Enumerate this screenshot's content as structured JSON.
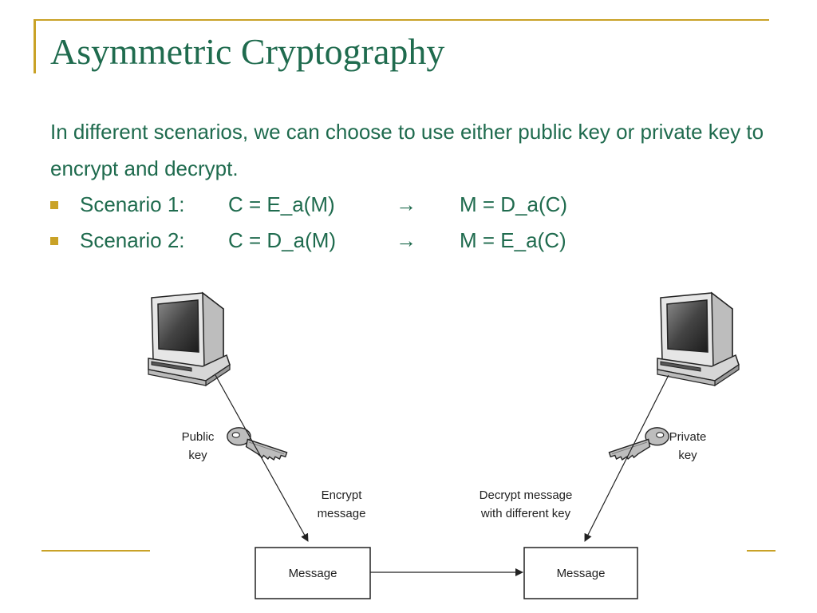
{
  "slide": {
    "title": "Asymmetric Cryptography",
    "intro": "In different scenarios, we can choose to use either public key or private key to encrypt and decrypt.",
    "scenarios": [
      {
        "label": "Scenario 1:",
        "left": "C = E_a(M)",
        "arrow": "→",
        "right": "M = D_a(C)"
      },
      {
        "label": "Scenario 2:",
        "left": "C = D_a(M)",
        "arrow": "→",
        "right": "M = E_a(C)"
      }
    ]
  },
  "diagram": {
    "public_key_line1": "Public",
    "public_key_line2": "key",
    "private_key_line1": "Private",
    "private_key_line2": "key",
    "encrypt_line1": "Encrypt",
    "encrypt_line2": "message",
    "decrypt_line1": "Decrypt message",
    "decrypt_line2": "with different key",
    "message_left": "Message",
    "message_right": "Message"
  },
  "colors": {
    "text": "#1F6B4E",
    "accent": "#C9A227"
  }
}
